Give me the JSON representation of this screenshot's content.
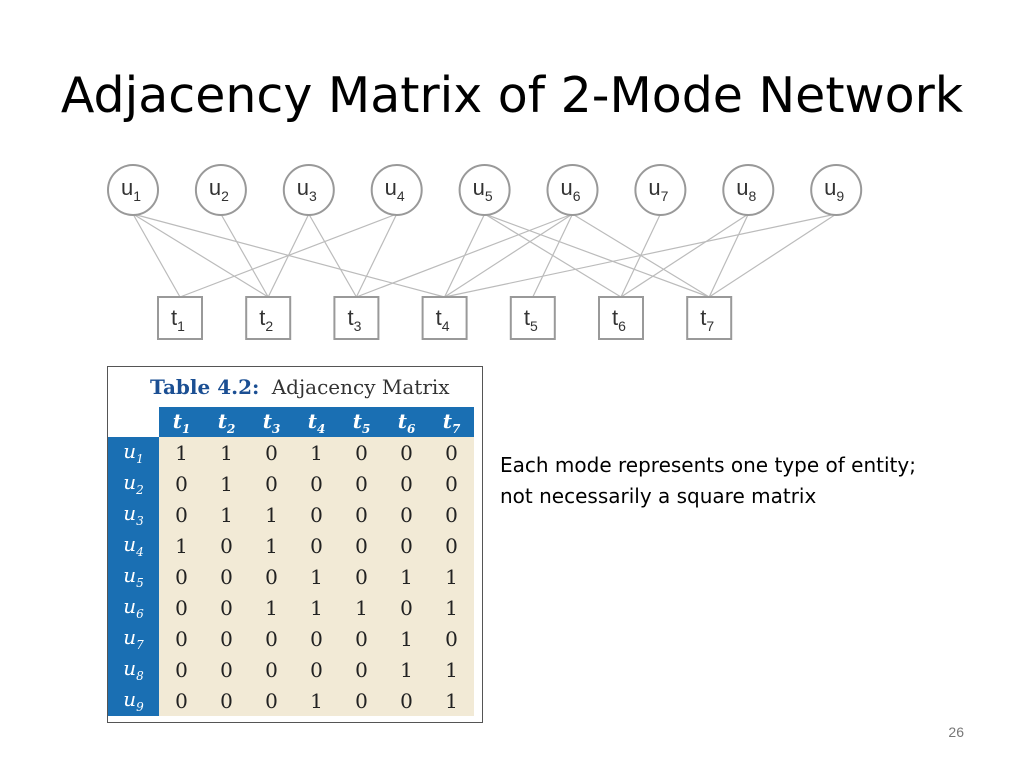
{
  "title": "Adjacency Matrix of 2-Mode Network",
  "graph": {
    "u_nodes": [
      "u1",
      "u2",
      "u3",
      "u4",
      "u5",
      "u6",
      "u7",
      "u8",
      "u9"
    ],
    "t_nodes": [
      "t1",
      "t2",
      "t3",
      "t4",
      "t5",
      "t6",
      "t7"
    ],
    "node_colors": {
      "stroke": "#999999",
      "edge": "#bbbbbb",
      "fill": "#ffffff"
    }
  },
  "table": {
    "caption_label": "Table 4.2:",
    "caption_text": "Adjacency Matrix",
    "columns": [
      "t1",
      "t2",
      "t3",
      "t4",
      "t5",
      "t6",
      "t7"
    ],
    "rows": [
      {
        "label": "u1",
        "values": [
          1,
          1,
          0,
          1,
          0,
          0,
          0
        ]
      },
      {
        "label": "u2",
        "values": [
          0,
          1,
          0,
          0,
          0,
          0,
          0
        ]
      },
      {
        "label": "u3",
        "values": [
          0,
          1,
          1,
          0,
          0,
          0,
          0
        ]
      },
      {
        "label": "u4",
        "values": [
          1,
          0,
          1,
          0,
          0,
          0,
          0
        ]
      },
      {
        "label": "u5",
        "values": [
          0,
          0,
          0,
          1,
          0,
          1,
          1
        ]
      },
      {
        "label": "u6",
        "values": [
          0,
          0,
          1,
          1,
          1,
          0,
          1
        ]
      },
      {
        "label": "u7",
        "values": [
          0,
          0,
          0,
          0,
          0,
          1,
          0
        ]
      },
      {
        "label": "u8",
        "values": [
          0,
          0,
          0,
          0,
          0,
          1,
          1
        ]
      },
      {
        "label": "u9",
        "values": [
          0,
          0,
          0,
          1,
          0,
          0,
          1
        ]
      }
    ],
    "colors": {
      "header_bg": "#1a6fb3",
      "cell_bg": "#f2ead6",
      "caption_label": "#1b4f93"
    }
  },
  "note": {
    "line1": "Each mode represents one type of entity;",
    "line2": "not necessarily a square matrix"
  },
  "slide_number": "26"
}
